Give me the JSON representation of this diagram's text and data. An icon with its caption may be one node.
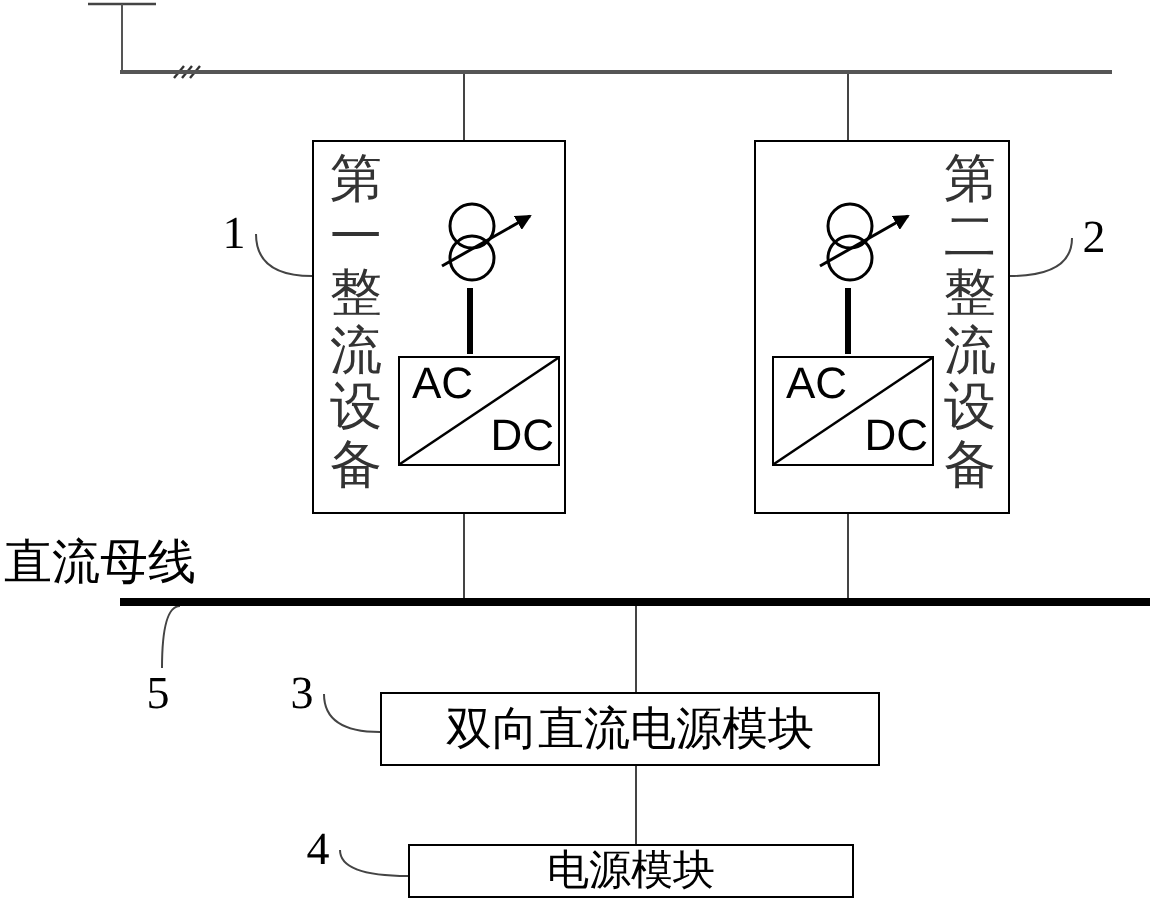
{
  "diagram": {
    "nodes": [
      {
        "text": [],
        "shape": "bar"
      },
      {
        "text": [
          "第一整流设备"
        ]
      },
      {
        "text": [],
        "shape": "circle",
        "in": 1
      },
      {
        "text": [
          "AC",
          "DC"
        ],
        "in": 1
      },
      {
        "text": [
          "第二整流设备"
        ]
      },
      {
        "text": [],
        "shape": "circle",
        "in": 4
      },
      {
        "text": [
          "AC",
          "DC"
        ],
        "in": 4
      },
      {
        "text": [
          "1"
        ]
      },
      {
        "text": [
          "2"
        ]
      },
      {
        "text": [],
        "shape": "bar"
      },
      {
        "text": [
          "5"
        ]
      },
      {
        "text": [
          "3"
        ]
      },
      {
        "text": [
          "双向直流电源模块"
        ]
      },
      {
        "text": [
          "4"
        ]
      },
      {
        "text": [
          "电源模块"
        ]
      }
    ],
    "edges": [
      {
        "from": 0,
        "to": 1,
        "arrow": "none"
      },
      {
        "from": 0,
        "to": 4,
        "arrow": "none"
      },
      {
        "from": 2,
        "to": 3,
        "arrow": "none",
        "style": "thick"
      },
      {
        "from": 5,
        "to": 6,
        "arrow": "none",
        "style": "thick"
      },
      {
        "from": 1,
        "to": 9,
        "arrow": "none"
      },
      {
        "from": 4,
        "to": 9,
        "arrow": "none"
      },
      {
        "from": 9,
        "to": 12,
        "arrow": "none"
      },
      {
        "from": 12,
        "to": 14,
        "arrow": "none"
      },
      {
        "from": 7,
        "to": 1,
        "arrow": "none"
      },
      {
        "from": 8,
        "to": 4,
        "arrow": "none"
      },
      {
        "from": 10,
        "to": 9,
        "arrow": "none"
      },
      {
        "from": 11,
        "to": 12,
        "arrow": "none"
      },
      {
        "from": 13,
        "to": 14,
        "arrow": "none"
      }
    ],
    "labels": [
      "直流母线"
    ]
  }
}
